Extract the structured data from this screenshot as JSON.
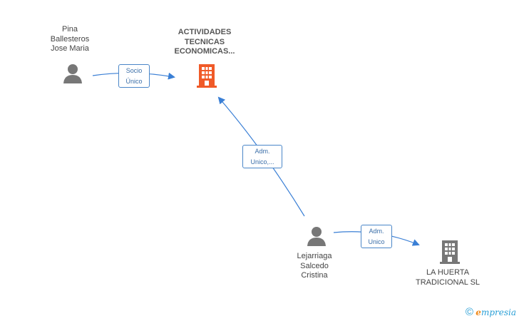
{
  "nodes": {
    "pina": {
      "lines": [
        "Pina",
        "Ballesteros",
        "Jose Maria"
      ]
    },
    "actividades": {
      "lines": [
        "ACTIVIDADES",
        "TECNICAS",
        "ECONOMICAS..."
      ]
    },
    "lejarriaga": {
      "lines": [
        "Lejarriaga",
        "Salcedo",
        "Cristina"
      ]
    },
    "huerta": {
      "lines": [
        "LA HUERTA",
        "TRADICIONAL SL"
      ]
    }
  },
  "edges": {
    "pina_to_actividades": {
      "lines": [
        "Socio",
        "Único"
      ]
    },
    "lejarriaga_to_actividades": {
      "lines": [
        "Adm.",
        "Unico,..."
      ]
    },
    "lejarriaga_to_huerta": {
      "lines": [
        "Adm.",
        "Unico"
      ]
    }
  },
  "colors": {
    "main_company": "#f05a28",
    "company": "#777777",
    "person": "#777777",
    "edge": "#3a7fd5"
  },
  "icons": {
    "person": "person-icon",
    "company": "building-icon"
  },
  "footer": {
    "copyright_symbol": "©",
    "brand_initial": "e",
    "brand_rest": "mpresia"
  }
}
